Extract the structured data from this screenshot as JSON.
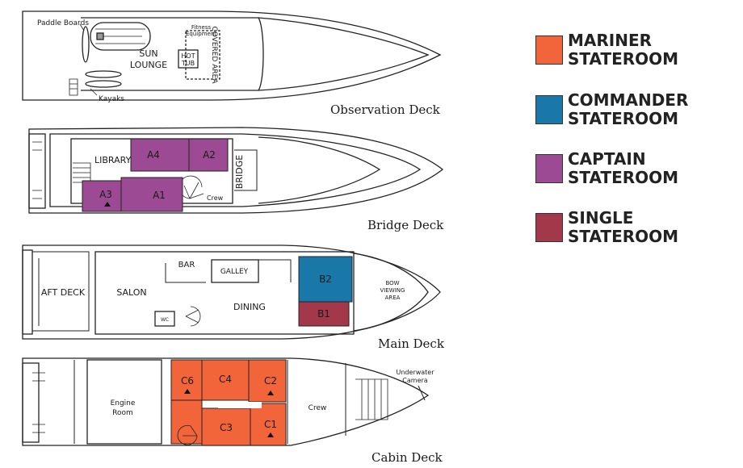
{
  "colors": {
    "mariner": "#f2643a",
    "commander": "#1978a8",
    "captain": "#9c4a94",
    "single": "#a3384a",
    "outline": "#222222"
  },
  "legend": [
    {
      "key": "mariner",
      "line1": "MARINER",
      "line2": "STATEROOM"
    },
    {
      "key": "commander",
      "line1": "COMMANDER",
      "line2": "STATEROOM"
    },
    {
      "key": "captain",
      "line1": "CAPTAIN",
      "line2": "STATEROOM"
    },
    {
      "key": "single",
      "line1": "SINGLE",
      "line2": "STATEROOM"
    }
  ],
  "observation_deck": {
    "title": "Observation Deck",
    "paddle_boards": "Paddle Boards",
    "fitness": [
      "Fitness",
      "Equipment"
    ],
    "sun_lounge": [
      "SUN",
      "LOUNGE"
    ],
    "hot_tub": [
      "HOT",
      "TUB"
    ],
    "covered_area": "COVERED AREA",
    "kayaks": "Kayaks"
  },
  "bridge_deck": {
    "title": "Bridge Deck",
    "library": "LIBRARY",
    "bridge": "BRIDGE",
    "crew": "Crew",
    "rooms": {
      "a1": "A1",
      "a2": "A2",
      "a3": "A3",
      "a4": "A4"
    }
  },
  "main_deck": {
    "title": "Main Deck",
    "aft_deck": "AFT DECK",
    "salon": "SALON",
    "bar": "BAR",
    "galley": "GALLEY",
    "dining": "DINING",
    "wc": "WC",
    "bow_viewing": [
      "BOW",
      "VIEWING",
      "AREA"
    ],
    "rooms": {
      "b1": "B1",
      "b2": "B2"
    }
  },
  "cabin_deck": {
    "title": "Cabin Deck",
    "engine_room": [
      "Engine",
      "Room"
    ],
    "crew": "Crew",
    "underwater_camera": [
      "Underwater",
      "Camera"
    ],
    "rooms": {
      "c1": "C1",
      "c2": "C2",
      "c3": "C3",
      "c4": "C4",
      "c6": "C6"
    }
  }
}
